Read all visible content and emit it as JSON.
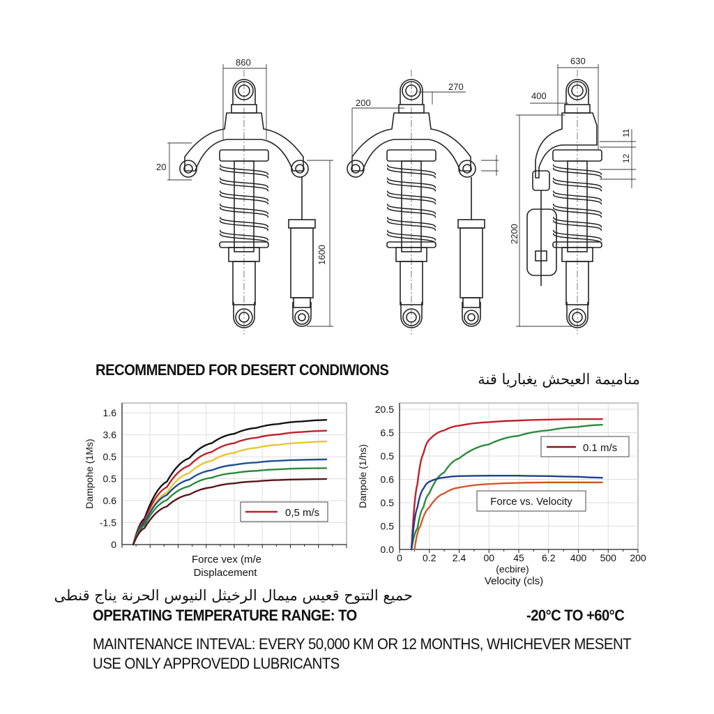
{
  "dimensions": {
    "left": {
      "width": "860",
      "arm_offset": "20",
      "reservoir_length": "1600"
    },
    "center": {
      "arm_offset": "200",
      "width": "270"
    },
    "right": {
      "width": "630",
      "top_offset": "400",
      "overall_length": "2200",
      "gap_a": "11",
      "gap_b": "12"
    }
  },
  "headings": {
    "desert": "RECOMMENDED FOR DESERT CONDIWIONS",
    "desert_arabic": "مناميمة العيحش يغباريا قنة"
  },
  "notes": {
    "arabic_line": "حميع التتوح قعيس ميمال الرخيثل النيوس الحرنة يناج قنطى",
    "temperature_label": "OPERATING TEMPERATURE RANGE: TO",
    "temperature_value": "-20°C TO +60°C",
    "maintenance": "MAINTENANCE INTEVAL: EVERY 50,000 KM OR 12 MONTHS, WHICHEVER MESENT",
    "lubricants": "USE ONLY APPROVEDD LUBRICANTS"
  },
  "colors": {
    "black": "#111111",
    "red": "#c0202a",
    "yellow": "#e8c530",
    "blue": "#1f4f8f",
    "green": "#2a8a3a",
    "darkred": "#5a1418",
    "orange": "#d0582a"
  },
  "chart_data": [
    {
      "type": "line",
      "title": "",
      "xlabel": "Force vex (m/e",
      "xlabel2": "Displacement",
      "ylabel": "Dampohe (1Ms)",
      "yticks": [
        "0",
        "-1.5",
        "0.6",
        "0.5",
        "0.5",
        "3.6",
        "1.6"
      ],
      "ylim": [
        0,
        6.45
      ],
      "xlim": [
        0,
        10
      ],
      "grid": true,
      "legend": {
        "label": "0,5 m/s",
        "color": "#c0202a",
        "placement": "lower-right"
      },
      "series": [
        {
          "name": "black",
          "color": "#111111",
          "x": [
            0.5,
            1,
            2,
            3,
            4,
            5,
            6,
            7,
            8,
            9.1
          ],
          "y": [
            0,
            1.18,
            2.87,
            3.94,
            4.62,
            5.05,
            5.32,
            5.5,
            5.61,
            5.68
          ]
        },
        {
          "name": "red",
          "color": "#c0202a",
          "x": [
            0.5,
            1,
            2,
            3,
            4,
            5,
            6,
            7,
            8,
            9.1
          ],
          "y": [
            0,
            1.08,
            2.62,
            3.6,
            4.22,
            4.62,
            4.87,
            5.02,
            5.13,
            5.19
          ]
        },
        {
          "name": "yellow",
          "color": "#e8c530",
          "x": [
            0.5,
            1,
            2,
            3,
            4,
            5,
            6,
            7,
            8,
            9.1
          ],
          "y": [
            0,
            0.97,
            2.37,
            3.26,
            3.82,
            4.18,
            4.41,
            4.55,
            4.64,
            4.7
          ]
        },
        {
          "name": "blue",
          "color": "#1f4f8f",
          "x": [
            0.5,
            1,
            2,
            3,
            4,
            5,
            6,
            7,
            8,
            9.1
          ],
          "y": [
            0,
            0.98,
            2.26,
            2.96,
            3.39,
            3.63,
            3.74,
            3.82,
            3.86,
            3.88
          ]
        },
        {
          "name": "green",
          "color": "#2a8a3a",
          "x": [
            0.5,
            1,
            2,
            3,
            4,
            5,
            6,
            7,
            8,
            9.1
          ],
          "y": [
            0,
            0.88,
            2.03,
            2.66,
            3.05,
            3.26,
            3.36,
            3.43,
            3.47,
            3.48
          ]
        },
        {
          "name": "dark-red",
          "color": "#5a1418",
          "x": [
            0.5,
            1,
            2,
            3,
            4,
            5,
            6,
            7,
            8,
            9.1
          ],
          "y": [
            0,
            0.75,
            1.74,
            2.28,
            2.61,
            2.79,
            2.88,
            2.94,
            2.97,
            2.99
          ]
        }
      ]
    },
    {
      "type": "line",
      "title": "",
      "xlabel": "Velocity (cls)",
      "xlabel_extra": "(ecbire)",
      "ylabel": "Danpole (1/hs)",
      "yticks": [
        "0.0",
        "0.5",
        "0.5",
        "0.6",
        "0.5",
        "6.5",
        "20.5"
      ],
      "xticks": [
        "0",
        "0.2",
        "2.4",
        "00",
        "45",
        "6.2",
        "400",
        "500",
        "200"
      ],
      "ylim": [
        0,
        6.27
      ],
      "xlim": [
        0,
        8
      ],
      "grid": true,
      "legends": [
        {
          "label": "0.1 m/s",
          "color": "#7a1a1e",
          "placement": "upper-right"
        },
        {
          "label": "Force vs. Velocity",
          "placement": "center-right"
        }
      ],
      "series": [
        {
          "name": "red",
          "color": "#c0202a",
          "x": [
            0.4,
            0.6,
            0.8,
            1,
            1.5,
            2,
            3,
            4,
            5,
            6,
            6.8
          ],
          "y": [
            0,
            2.8,
            4.1,
            4.7,
            5.1,
            5.3,
            5.45,
            5.52,
            5.56,
            5.58,
            5.58
          ]
        },
        {
          "name": "green",
          "color": "#2a8a3a",
          "x": [
            0.4,
            0.6,
            0.8,
            1,
            1.5,
            2,
            3,
            4,
            5,
            6,
            6.8
          ],
          "y": [
            0,
            0.9,
            1.8,
            2.4,
            3.3,
            3.9,
            4.5,
            4.87,
            5.1,
            5.25,
            5.34
          ]
        },
        {
          "name": "blue",
          "color": "#1f3f8f",
          "x": [
            0.4,
            0.6,
            0.8,
            1,
            1.5,
            2,
            3,
            4,
            5,
            6,
            6.8
          ],
          "y": [
            0,
            1.8,
            2.6,
            2.9,
            3.08,
            3.14,
            3.16,
            3.16,
            3.14,
            3.11,
            3.07
          ]
        },
        {
          "name": "orange",
          "color": "#d0582a",
          "x": [
            0.5,
            0.7,
            1,
            1.5,
            2,
            3,
            4,
            5,
            6,
            6.8
          ],
          "y": [
            0,
            1.0,
            1.8,
            2.4,
            2.65,
            2.8,
            2.85,
            2.87,
            2.87,
            2.87
          ]
        }
      ]
    }
  ]
}
